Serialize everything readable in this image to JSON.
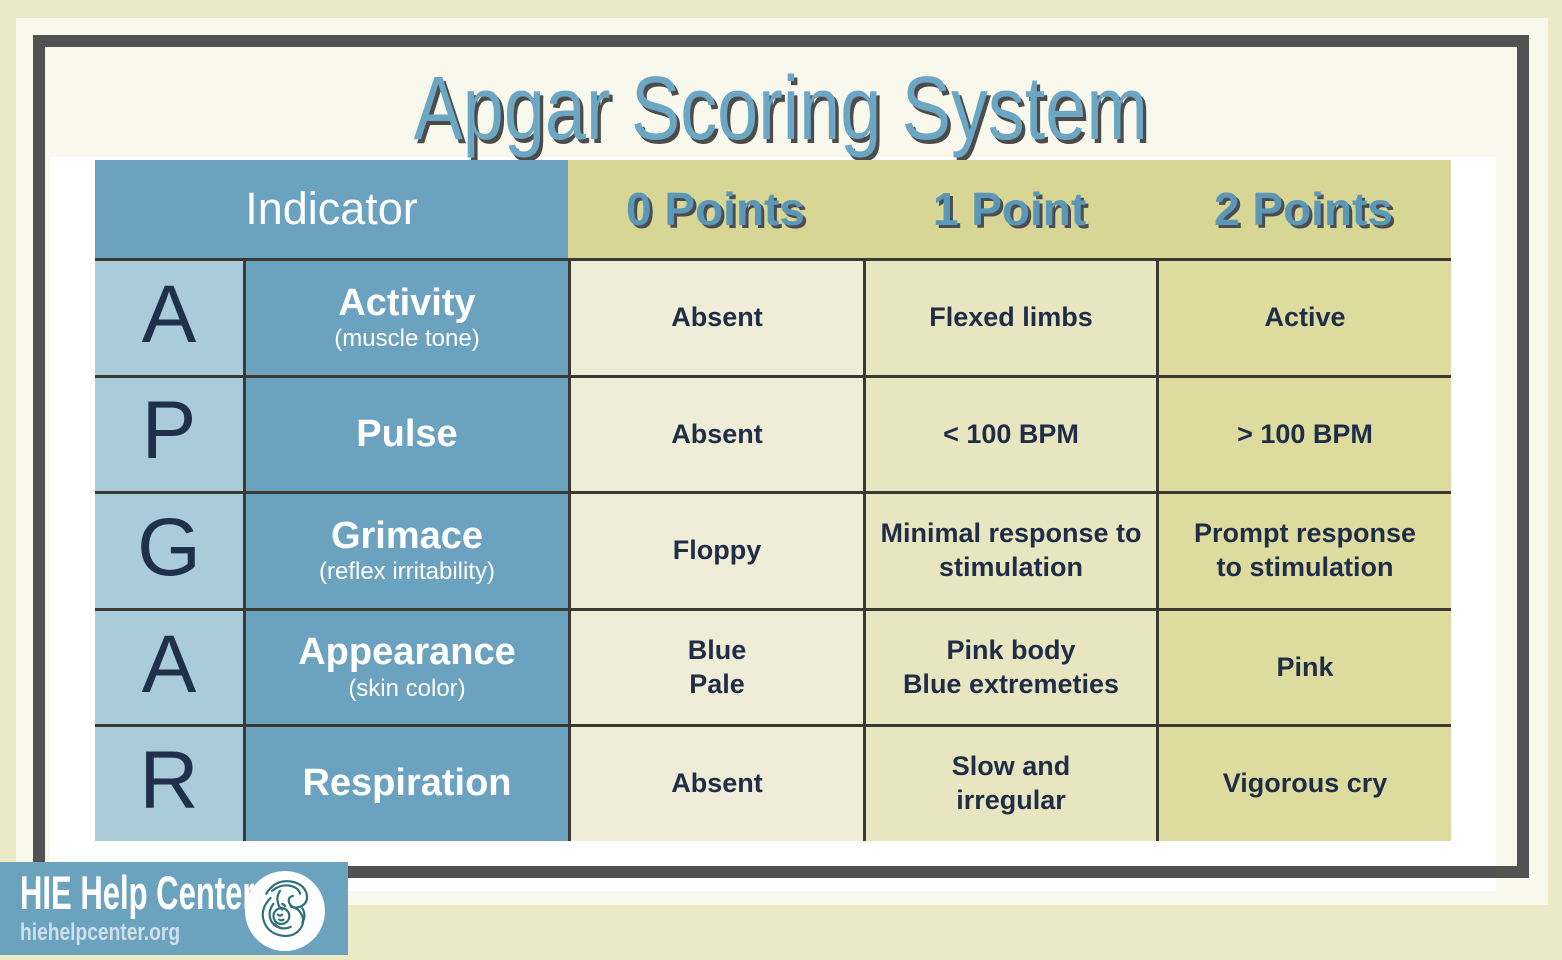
{
  "title": "Apgar Scoring System",
  "table": {
    "header": {
      "indicator_label": "Indicator",
      "point_labels": [
        "0 Points",
        "1 Point",
        "2 Points"
      ]
    },
    "rows": [
      {
        "letter": "A",
        "name": "Activity",
        "sub": "(muscle tone)",
        "points": [
          "Absent",
          "Flexed limbs",
          "Active"
        ]
      },
      {
        "letter": "P",
        "name": "Pulse",
        "sub": "",
        "points": [
          "Absent",
          "< 100 BPM",
          "> 100 BPM"
        ]
      },
      {
        "letter": "G",
        "name": "Grimace",
        "sub": "(reflex irritability)",
        "points": [
          "Floppy",
          "Minimal response to\nstimulation",
          "Prompt response\nto stimulation"
        ]
      },
      {
        "letter": "A",
        "name": "Appearance",
        "sub": "(skin color)",
        "points": [
          "Blue\nPale",
          "Pink body\nBlue extremeties",
          "Pink"
        ]
      },
      {
        "letter": "R",
        "name": "Respiration",
        "sub": "",
        "points": [
          "Absent",
          "Slow and\nirregular",
          "Vigorous cry"
        ]
      }
    ]
  },
  "footer": {
    "brand": "HIE Help Center",
    "url": "hiehelpcenter.org",
    "logo_icon": "mother-baby-icon"
  },
  "colors": {
    "page_bg": "#ebe9c6",
    "panel_bg": "#f9f8ed",
    "frame_gray": "#525252",
    "title_blue": "#6ba6c4",
    "accent_blue": "#6aa2bf",
    "light_blue": "#a9cbda",
    "header_olive": "#d8d695",
    "col_0points": "#efedd8",
    "col_1point": "#e8e6c0",
    "col_2points": "#dddb9e",
    "dark_navy_text": "#1f2e46",
    "grid_line": "#3b3a32",
    "logo_teal": "#2b6f78"
  }
}
